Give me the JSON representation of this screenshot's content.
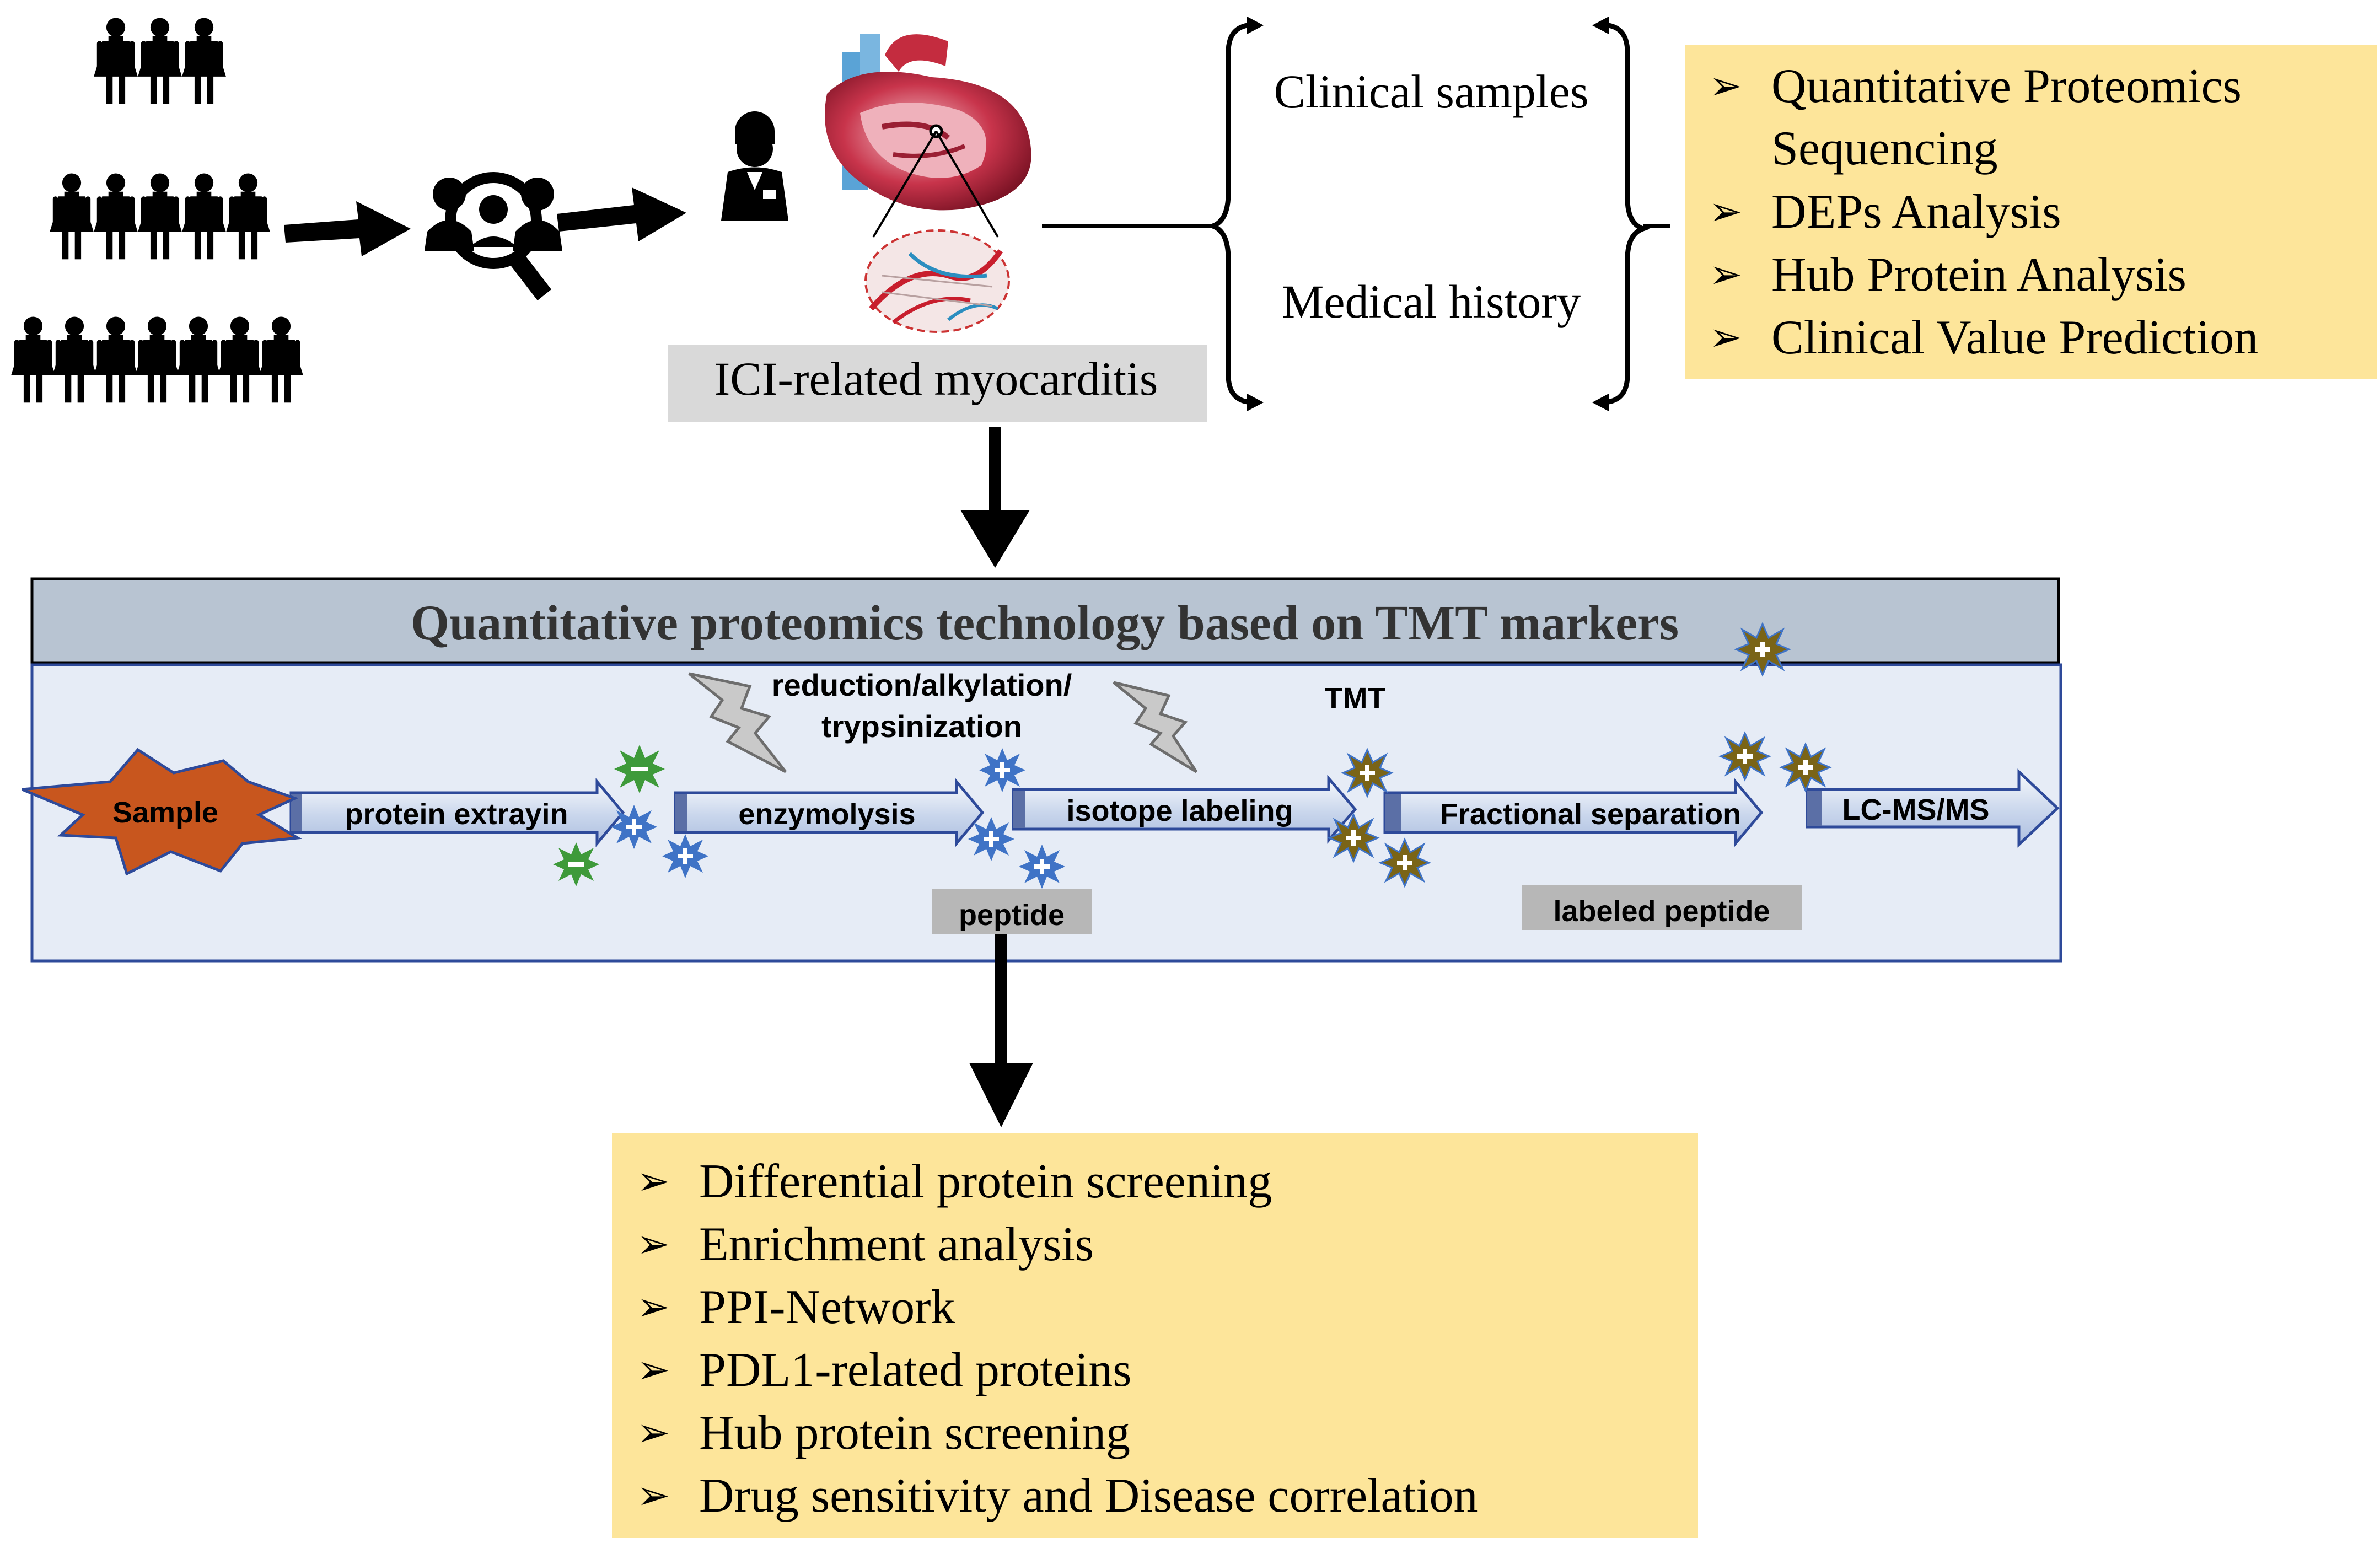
{
  "top": {
    "clinical_samples": "Clinical samples",
    "medical_history": "Medical history",
    "disease_label": "ICI-related myocarditis",
    "analysis_list": [
      "Quantitative Proteomics",
      "Sequencing",
      "DEPs Analysis",
      "Hub Protein Analysis",
      "Clinical Value Prediction"
    ]
  },
  "workflow": {
    "title": "Quantitative proteomics technology based on TMT markers",
    "sample": "Sample",
    "steps": [
      "protein extrayin",
      "enzymolysis",
      "isotope labeling",
      "Fractional separation",
      "LC-MS/MS"
    ],
    "reduction_label_line1": "reduction/alkylation/",
    "reduction_label_line2": "trypsinization",
    "tmt_label": "TMT",
    "peptide_label": "peptide",
    "labeled_peptide_label": "labeled peptide"
  },
  "results": {
    "items": [
      "Differential protein screening",
      "Enrichment analysis",
      "PPI-Network",
      "PDL1-related proteins",
      "Hub protein screening",
      "Drug sensitivity and Disease correlation"
    ]
  },
  "colors": {
    "yellow_box": "#fde59a",
    "grey_label": "#d9d9d9",
    "title_bar": "#b8c4d2",
    "panel_fill": "#e6ecf6",
    "panel_border": "#2e4a9a",
    "sample_star": "#c8561e",
    "green_star": "#3e9a3a",
    "blue_star": "#3f73c6",
    "olive_star": "#7a6417"
  }
}
